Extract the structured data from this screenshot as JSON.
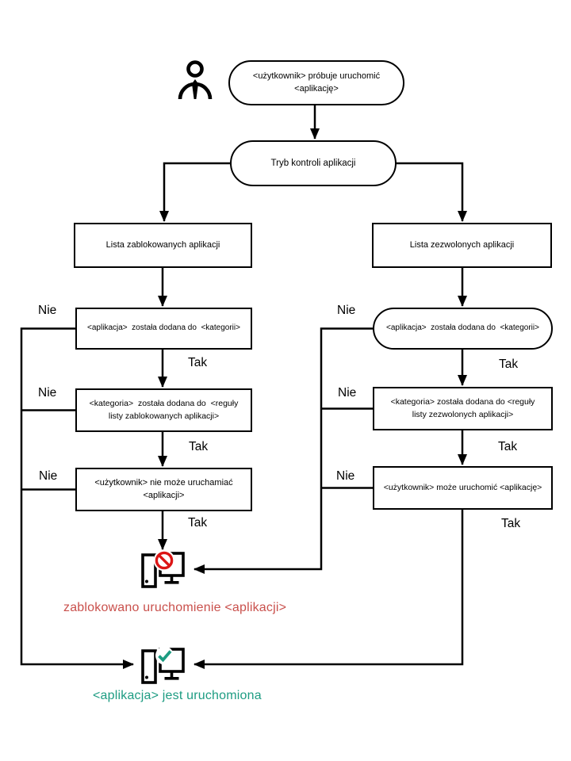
{
  "flowchart": {
    "start": "<użytkownik> próbuje uruchomić\n<aplikację>",
    "mode": "Tryb kontroli aplikacji",
    "left": {
      "list": "Lista zablokowanych aplikacji",
      "app_added": "<aplikacja>  została dodana do  <kategorii>",
      "category_added": "<kategoria>  została dodana do  <reguły\nlisty zablokowanych aplikacji>",
      "result": "<użytkownik> nie może uruchamiać\n<aplikacji>"
    },
    "right": {
      "list": "Lista zezwolonych aplikacji",
      "app_added": "<aplikacja>  została dodana do  <kategorii>",
      "category_added": "<kategoria> została dodana do <reguły\nlisty zezwolonych aplikacji>",
      "result": "<użytkownik> może uruchomić <aplikację>"
    },
    "labels": {
      "yes": "Tak",
      "no": "Nie"
    },
    "outcomes": {
      "blocked": "zablokowano uruchomienie  <aplikacji>",
      "running": "<aplikacja> jest uruchomiona"
    },
    "icons": {
      "user": "user-icon",
      "blocked_computer": "computer-blocked-icon",
      "running_computer": "computer-running-icon"
    },
    "colors": {
      "line": "#000000",
      "blocked_text": "#c9504c",
      "running_text": "#1d9c82",
      "prohibition_red": "#dc1515",
      "check_green": "#1d9c82"
    }
  }
}
